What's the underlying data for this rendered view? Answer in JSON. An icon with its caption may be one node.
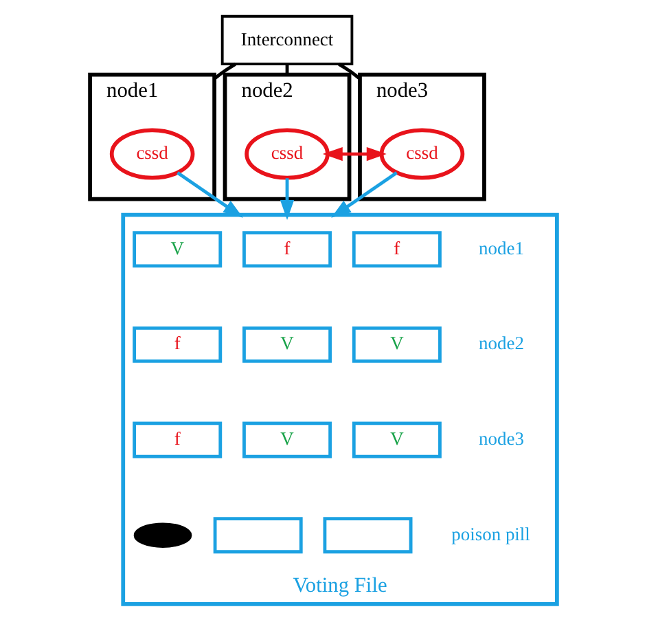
{
  "diagram": {
    "nodes": [
      {
        "text": [
          "Interconnect"
        ]
      },
      {
        "text": [
          "node1"
        ]
      },
      {
        "text": [
          "cssd"
        ],
        "in": 1
      },
      {
        "text": [
          "node2"
        ]
      },
      {
        "text": [
          "cssd"
        ],
        "in": 3
      },
      {
        "text": [
          "node3"
        ]
      },
      {
        "text": [
          "cssd"
        ],
        "in": 5
      },
      {
        "text": [
          "Voting File"
        ]
      },
      {
        "text": [
          "V"
        ],
        "in": 7
      },
      {
        "text": [
          "f"
        ],
        "in": 7
      },
      {
        "text": [
          "f"
        ],
        "in": 7
      },
      {
        "text": [
          "f"
        ],
        "in": 7
      },
      {
        "text": [
          "V"
        ],
        "in": 7
      },
      {
        "text": [
          "V"
        ],
        "in": 7
      },
      {
        "text": [
          "f"
        ],
        "in": 7
      },
      {
        "text": [
          "V"
        ],
        "in": 7
      },
      {
        "text": [
          "V"
        ],
        "in": 7
      },
      {
        "text": [],
        "shape": "ellipse",
        "in": 7
      },
      {
        "text": [],
        "shape": "box",
        "in": 7
      },
      {
        "text": [],
        "shape": "box",
        "in": 7
      }
    ],
    "edges": [
      {
        "from": 0,
        "to": 1,
        "arrow": "none"
      },
      {
        "from": 0,
        "to": 3,
        "arrow": "none"
      },
      {
        "from": 0,
        "to": 5,
        "arrow": "none"
      },
      {
        "from": 4,
        "to": 6,
        "arrow": "both",
        "color": "#e8131b"
      },
      {
        "from": 2,
        "to": 7,
        "arrow": "to",
        "color": "#1ba1e2"
      },
      {
        "from": 4,
        "to": 7,
        "arrow": "to",
        "color": "#1ba1e2"
      },
      {
        "from": 6,
        "to": 7,
        "arrow": "to",
        "color": "#1ba1e2"
      }
    ],
    "labels": [
      "node1",
      "node2",
      "node3",
      "poison pill"
    ]
  }
}
